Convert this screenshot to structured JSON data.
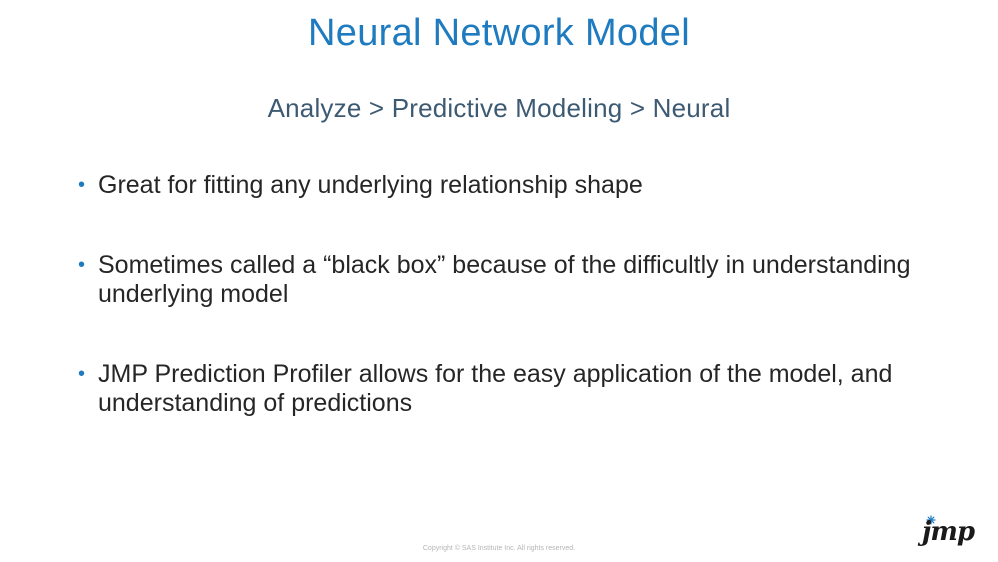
{
  "slide": {
    "title": "Neural Network Model",
    "subtitle": "Analyze > Predictive Modeling > Neural",
    "bullets": [
      {
        "marker": "•",
        "text": "Great for fitting any underlying relationship shape"
      },
      {
        "marker": "•",
        "text": "Sometimes called a “black box” because of the difficultly in understanding underlying model"
      },
      {
        "marker": "•",
        "text": "JMP Prediction Profiler allows for the easy application of the model, and understanding of predictions"
      }
    ],
    "copyright": "Copyright © SAS Institute Inc. All rights reserved.",
    "logo": {
      "text": "jmp",
      "icon": "jmp-logo"
    }
  },
  "colors": {
    "title": "#1f7bbf",
    "subtitle": "#3d5a73",
    "body_text": "#262626",
    "bullet": "#1f7bbf",
    "copyright": "#b5b5b5"
  }
}
